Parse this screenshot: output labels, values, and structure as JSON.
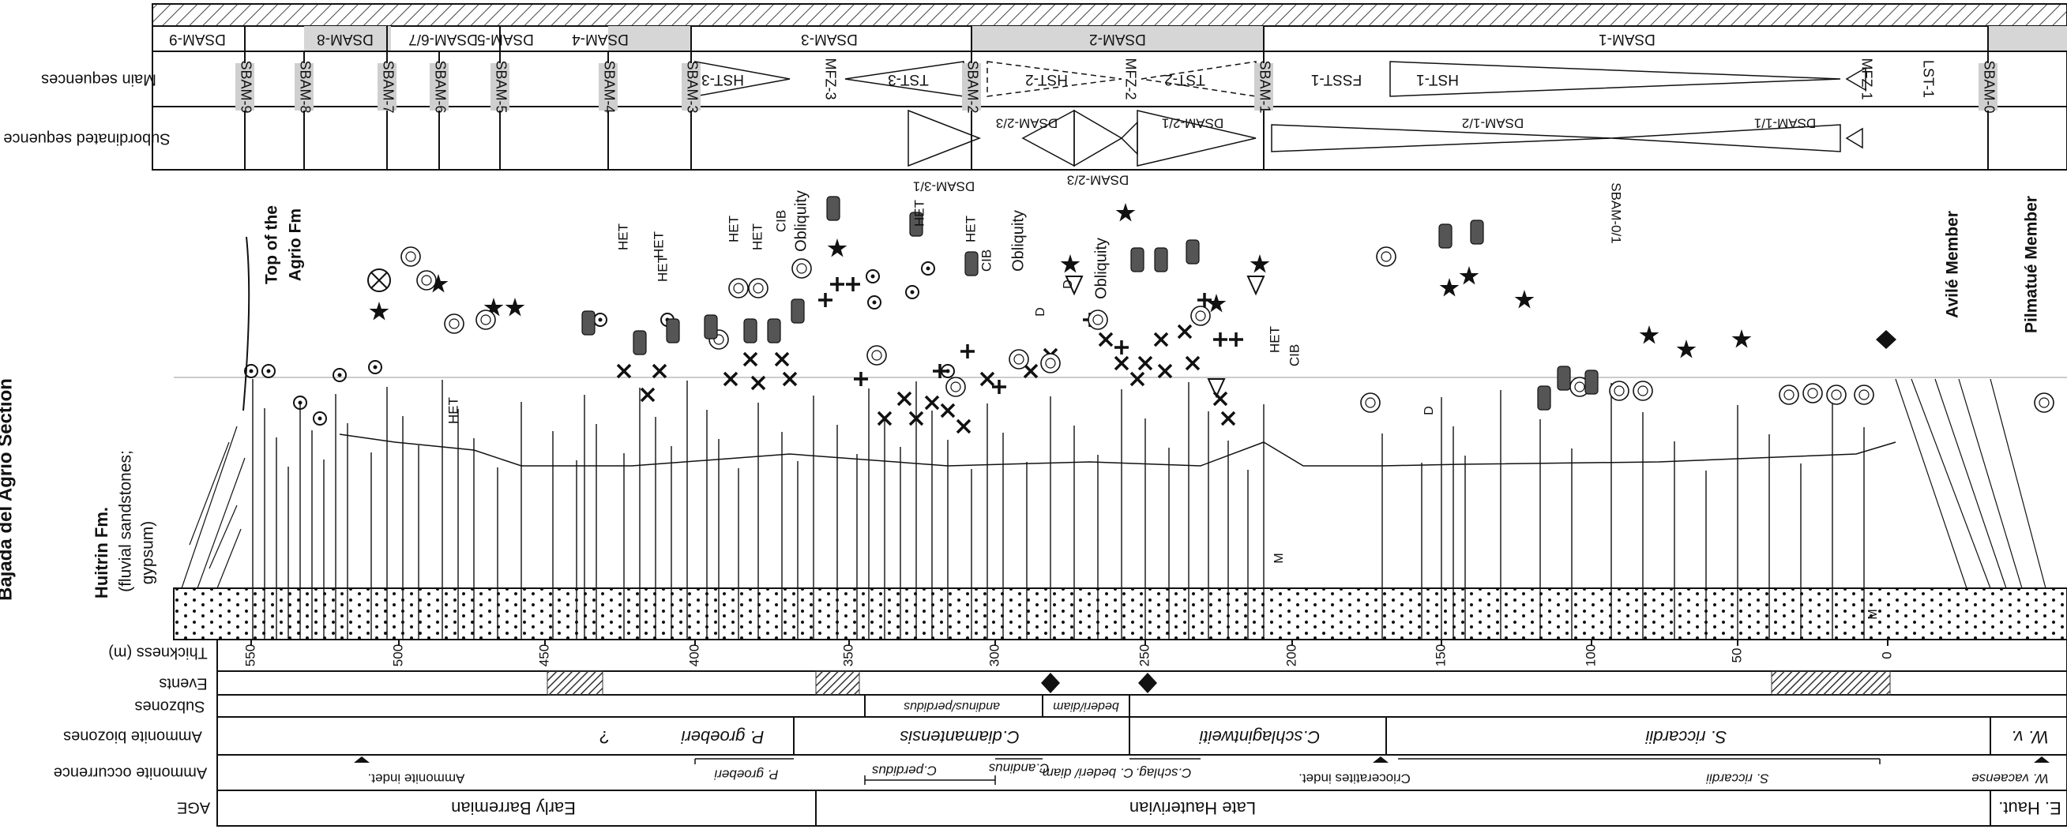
{
  "title_vertical": "Bajada del Agrio Section",
  "units": {
    "huitrin_title": "Huitrin Fm.",
    "huitrin_sub1": "(fluvial sandstones;",
    "huitrin_sub2": "gypsum)",
    "top_agrio_1": "Top of the",
    "top_agrio_2": "Agrio Fm",
    "avile": "Avilé Member",
    "pilmatue": "Pilmatué Member"
  },
  "row_labels": {
    "main_sequences": "Main sequences",
    "subordinated_sequence": "Subordinated sequence",
    "thickness": "Thickness (m)",
    "events": "Events",
    "subzones": "Subzones",
    "biozones": "Ammonite biozones",
    "occurrence": "Ammonite occurrence",
    "age": "AGE"
  },
  "dsam": [
    "DSAM-9",
    "DSAM-8",
    "DSAM-6/7",
    "DSAM-5",
    "DSAM-4",
    "DSAM-3",
    "DSAM-2",
    "DSAM-1"
  ],
  "systems_tracts": [
    "HST-3",
    "MFZ-3",
    "TST-3",
    "HST-2",
    "MFZ-2",
    "TST-2",
    "FSST-1",
    "HST-1",
    "MFZ-1",
    "LST-1"
  ],
  "sbam": [
    "SBAM-9",
    "SBAM-8",
    "SBAM-7",
    "SBAM-6",
    "SBAM-5",
    "SBAM-4",
    "SBAM-3",
    "SBAM-2",
    "SBAM-1",
    "SBAM-0"
  ],
  "subordinated": [
    "DSAM-2/3",
    "DSAM-2/1",
    "DSAM-1/2",
    "DSAM-1/1"
  ],
  "column_annotations": {
    "dsam31": "DSAM-3/1",
    "dsam23": "DSAM-2/3",
    "sbam01": "SBAM-0/1",
    "het": "HET",
    "cib": "CIB",
    "obliquity": "Obliquity",
    "d": "D",
    "m": "M"
  },
  "thickness_ticks": [
    "550",
    "500",
    "450",
    "400",
    "350",
    "300",
    "250",
    "200",
    "150",
    "100",
    "50",
    "0"
  ],
  "subzones": [
    "andinus/perdidus",
    "bederi/diam"
  ],
  "biozones": [
    "P. groeberi",
    "C.diamantensis",
    "C.schlagintweiti",
    "S. riccardii",
    "W. v."
  ],
  "biozone_query": "?",
  "occurrences": [
    "Ammonite indet.",
    "P. groeberi",
    "C.perdidus",
    "C.andinus",
    "C. bederi/ diam.",
    "C.schlag.",
    "Crioceratites indet.",
    "S. riccardii",
    "W. vacaense"
  ],
  "ages": [
    "Early Barremian",
    "Late Hauterivian",
    "E. Haut."
  ]
}
